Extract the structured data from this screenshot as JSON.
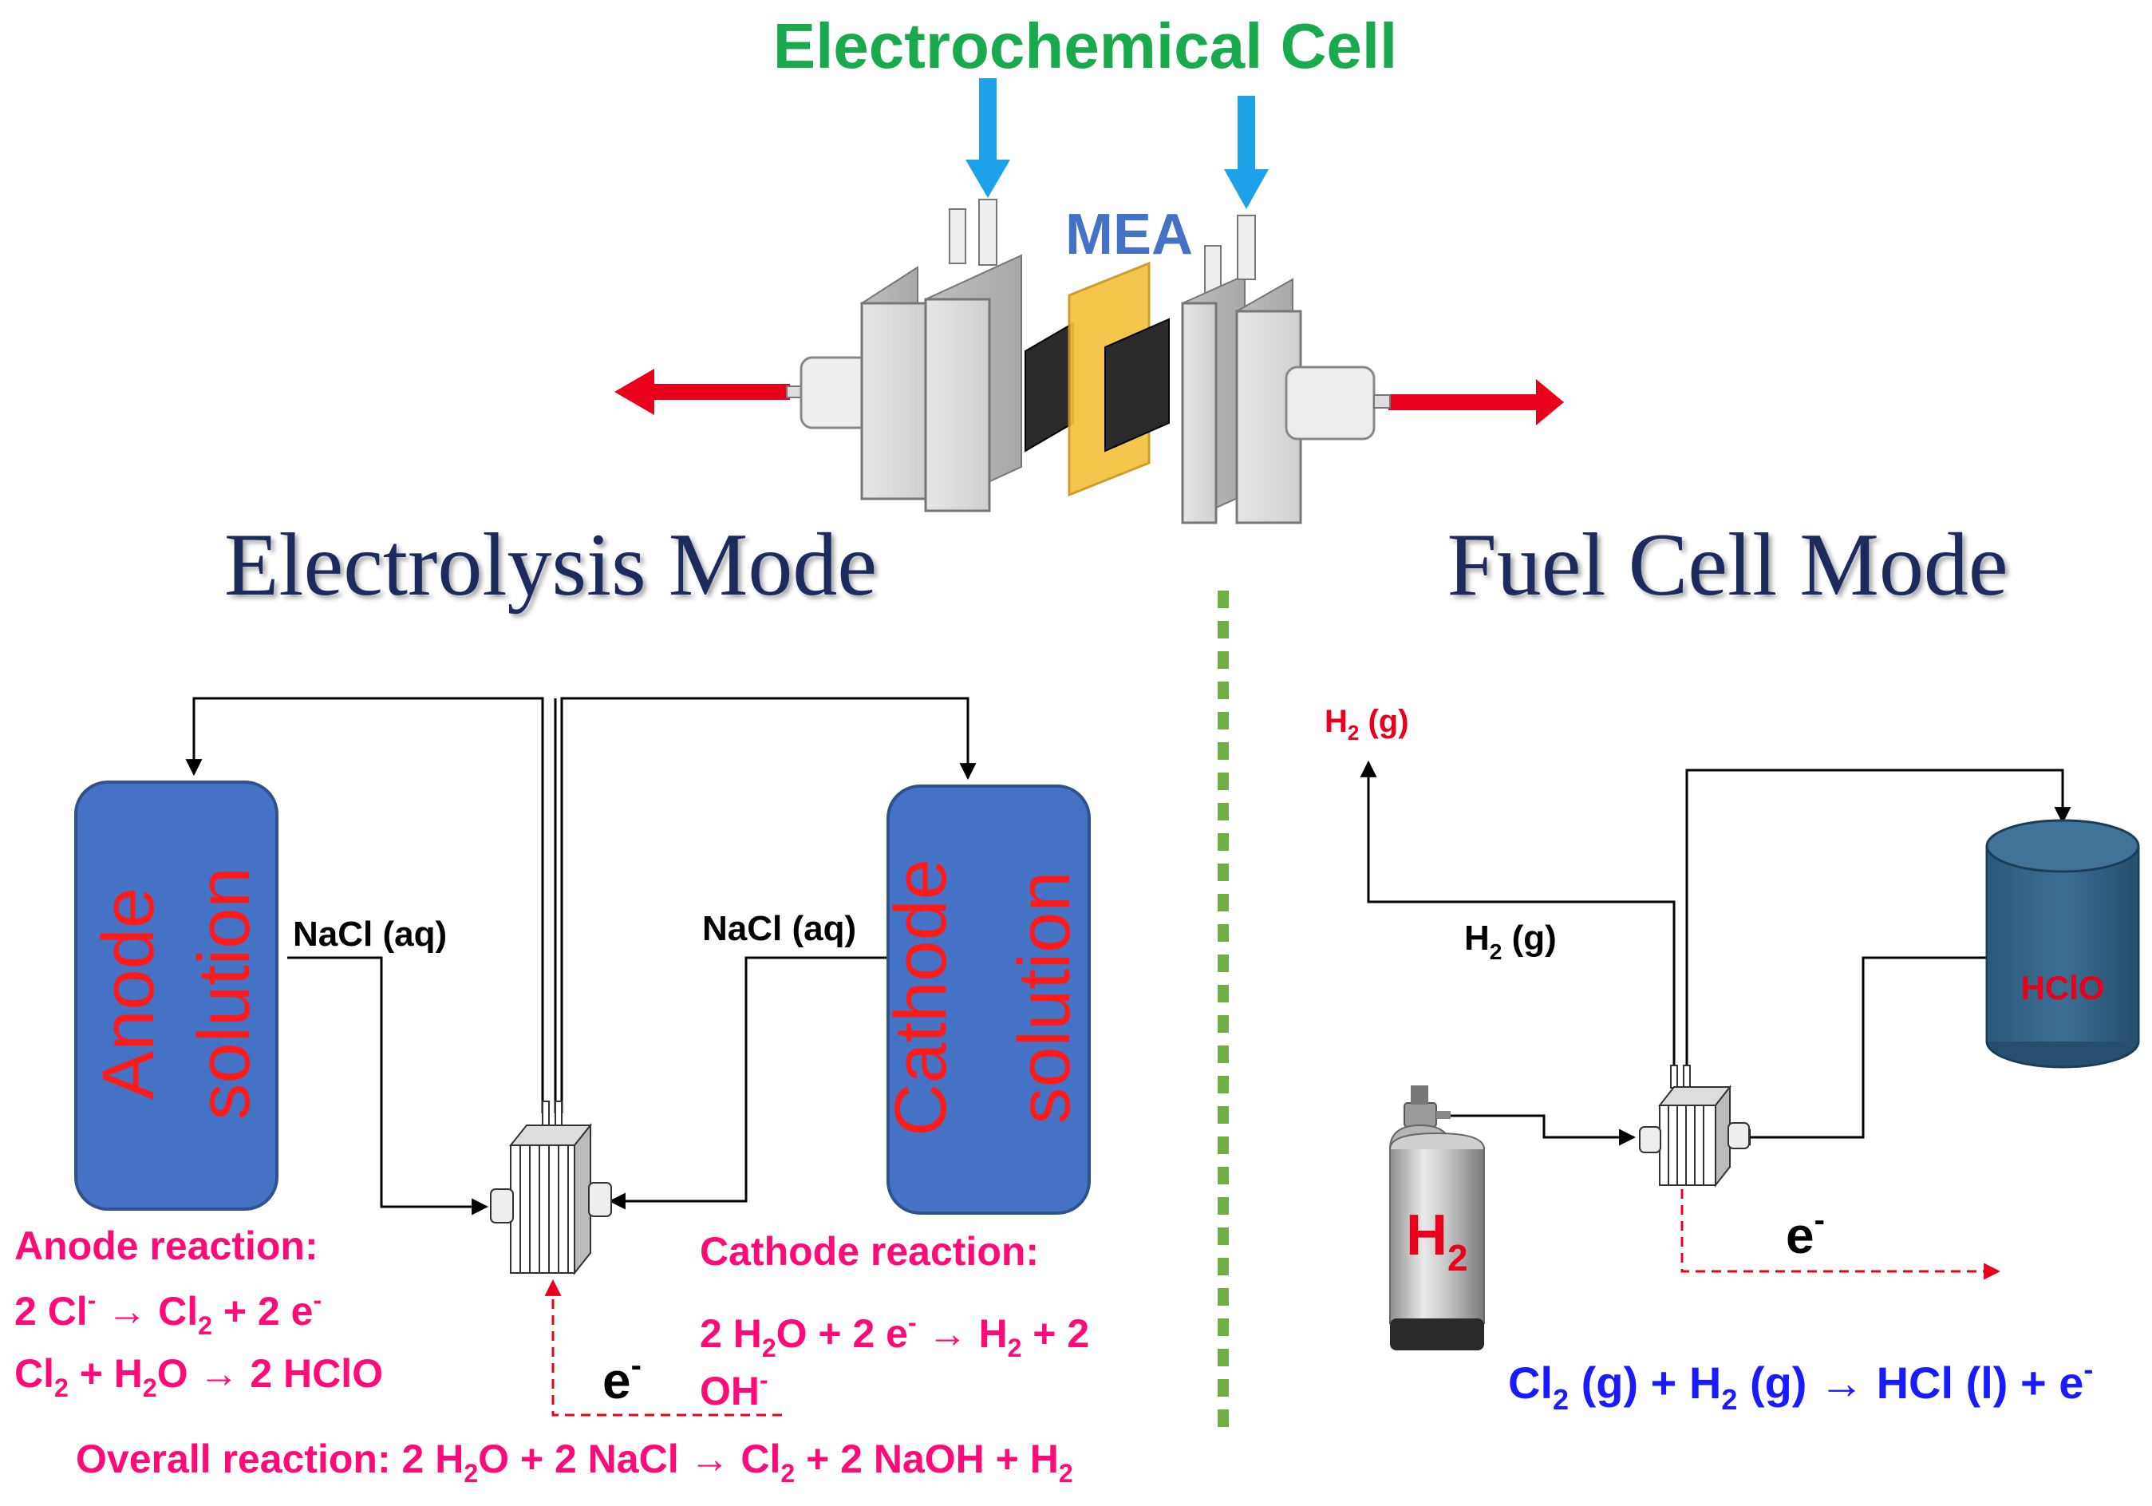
{
  "title": "Electrochemical Cell",
  "mea_label": "MEA",
  "modes": {
    "electrolysis": "Electrolysis Mode",
    "fuel_cell": "Fuel Cell Mode"
  },
  "electrolysis": {
    "anode_tank": [
      "Anode",
      "solution"
    ],
    "cathode_tank": [
      "Cathode",
      "solution"
    ],
    "anode_feed": "NaCl (aq)",
    "cathode_feed": "NaCl (aq)",
    "electron": "e",
    "electron_sup": "-",
    "anode_reaction_title": "Anode reaction:",
    "anode_eq1": {
      "a": "2 Cl",
      "a_sup": "-",
      "b": " → Cl",
      "b_sub": "2",
      "c": " + 2 e",
      "c_sup": "-"
    },
    "anode_eq2": {
      "a": "Cl",
      "a_sub": "2",
      "b": " + H",
      "b_sub": "2",
      "c": "O → 2 HClO"
    },
    "cathode_reaction_title": "Cathode reaction:",
    "cathode_eq_line1": {
      "a": "2 H",
      "a_sub": "2",
      "b": "O + 2 e",
      "b_sup": "-",
      "c": " → H",
      "c_sub": "2",
      "d": " + 2"
    },
    "cathode_eq_line2": {
      "a": "OH",
      "a_sup": "-"
    },
    "overall": {
      "a": "Overall reaction: 2 H",
      "a_sub": "2",
      "b": "O + 2 NaCl → Cl",
      "b_sub": "2",
      "c": " + 2 NaOH + H",
      "c_sub": "2"
    }
  },
  "fuel_cell": {
    "h2_out": {
      "a": "H",
      "a_sub": "2",
      "b": " (g)"
    },
    "h2_label": {
      "a": "H",
      "a_sub": "2",
      "b": " (g)"
    },
    "hclo_tank": "HClO",
    "cylinder": {
      "a": "H",
      "a_sub": "2"
    },
    "electron": "e",
    "electron_sup": "-",
    "equation": {
      "a": "Cl",
      "a_sub": "2",
      "b": " (g) + H",
      "b_sub": "2",
      "c": " (g) → HCl (l) + e",
      "c_sup": "-"
    }
  },
  "colors": {
    "title_green": "#1aaa4e",
    "mea_blue": "#4472c4",
    "mode_navy": "#1f2a5c",
    "tank_blue": "#4472c4",
    "tank_text_red": "#ff1a1a",
    "reaction_pink": "#ff0a78",
    "equation_blue": "#1a1aff",
    "arrow_blue": "#1da1e8",
    "arrow_red": "#e8001c",
    "divider_green": "#70ad47",
    "cylinder_teal": "#2f5f80"
  }
}
